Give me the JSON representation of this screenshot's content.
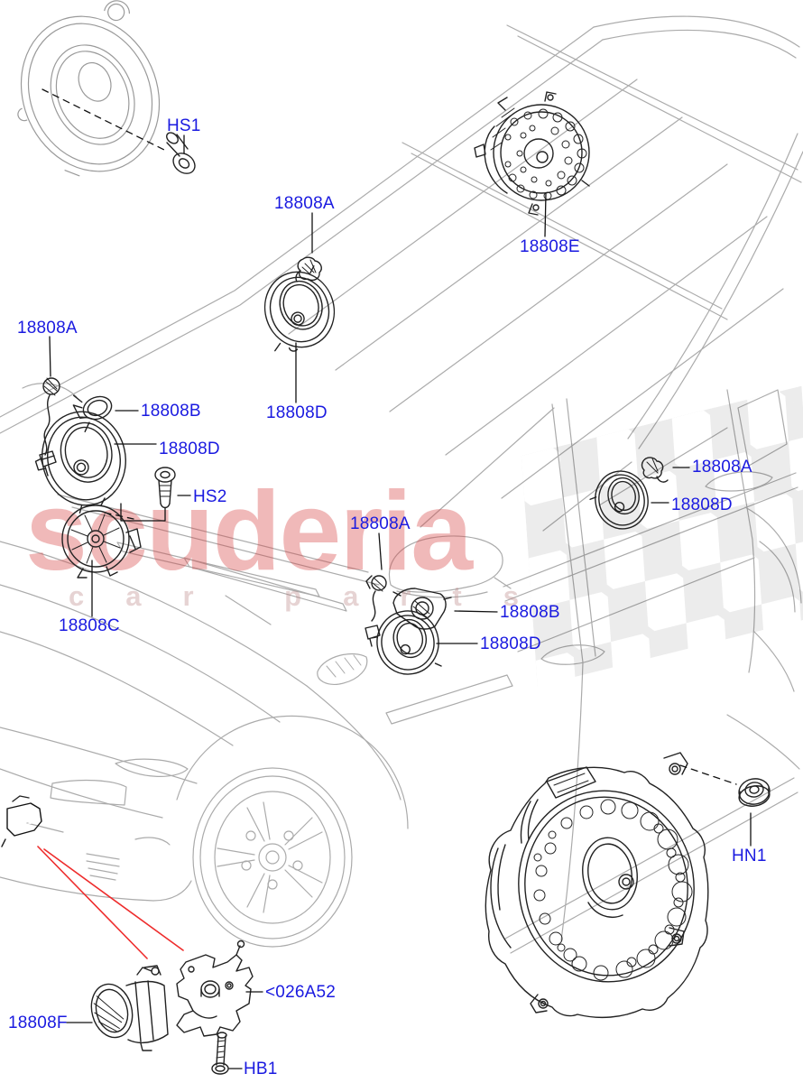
{
  "watermark": {
    "brand": "scuderia",
    "tagline": "car parts"
  },
  "colors": {
    "label": "#1a1ae0",
    "car_line": "#ababab",
    "part_line": "#222222",
    "callout_red": "#ee2c2c",
    "watermark": "#d94a4a"
  },
  "labels": [
    {
      "text": "HS1"
    },
    {
      "text": "18808A"
    },
    {
      "text": "18808E"
    },
    {
      "text": "18808D"
    },
    {
      "text": "18808A"
    },
    {
      "text": "18808B"
    },
    {
      "text": "18808D"
    },
    {
      "text": "HS2"
    },
    {
      "text": "18808C"
    },
    {
      "text": "18808A"
    },
    {
      "text": "18808B"
    },
    {
      "text": "18808D"
    },
    {
      "text": "18808A"
    },
    {
      "text": "18808D"
    },
    {
      "text": "18808F"
    },
    {
      "text": "<026A52"
    },
    {
      "text": "HB1"
    },
    {
      "text": "HN1"
    }
  ]
}
